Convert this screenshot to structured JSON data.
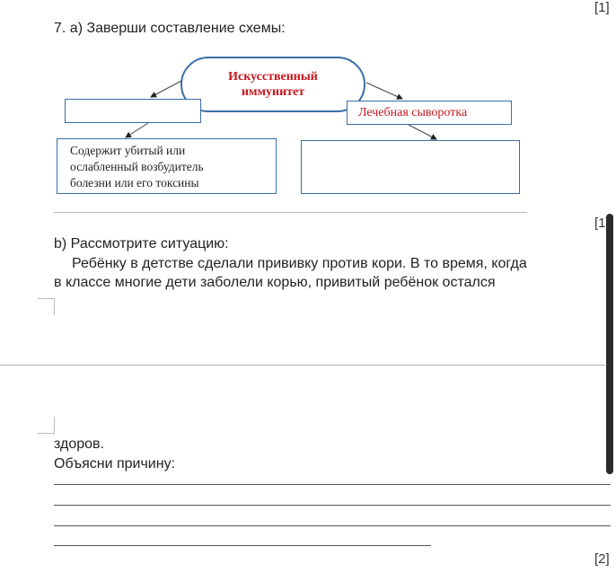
{
  "task7": {
    "score_top": "[1]",
    "part_a_title": "7. а) Заверши составление схемы:",
    "diagram": {
      "center": [
        "Искусственный",
        "иммунитет"
      ],
      "right_box": "Лечебная сыворотка",
      "left_box": "",
      "bottom_left": [
        "Содержит убитый или",
        "ослабленный возбудитель",
        "болезни или его токсины"
      ],
      "bottom_right": ""
    },
    "score_mid": "[1]",
    "part_b_title": "b) Рассмотрите ситуацию:",
    "situation_line1": "Ребёнку в детстве сделали прививку против кори. В то время, когда",
    "situation_line2": "в классе многие дети заболели корью, привитый ребёнок остался",
    "situation_line3": "здоров.",
    "question": "Объясни причину:",
    "score_bottom": "[2]"
  }
}
